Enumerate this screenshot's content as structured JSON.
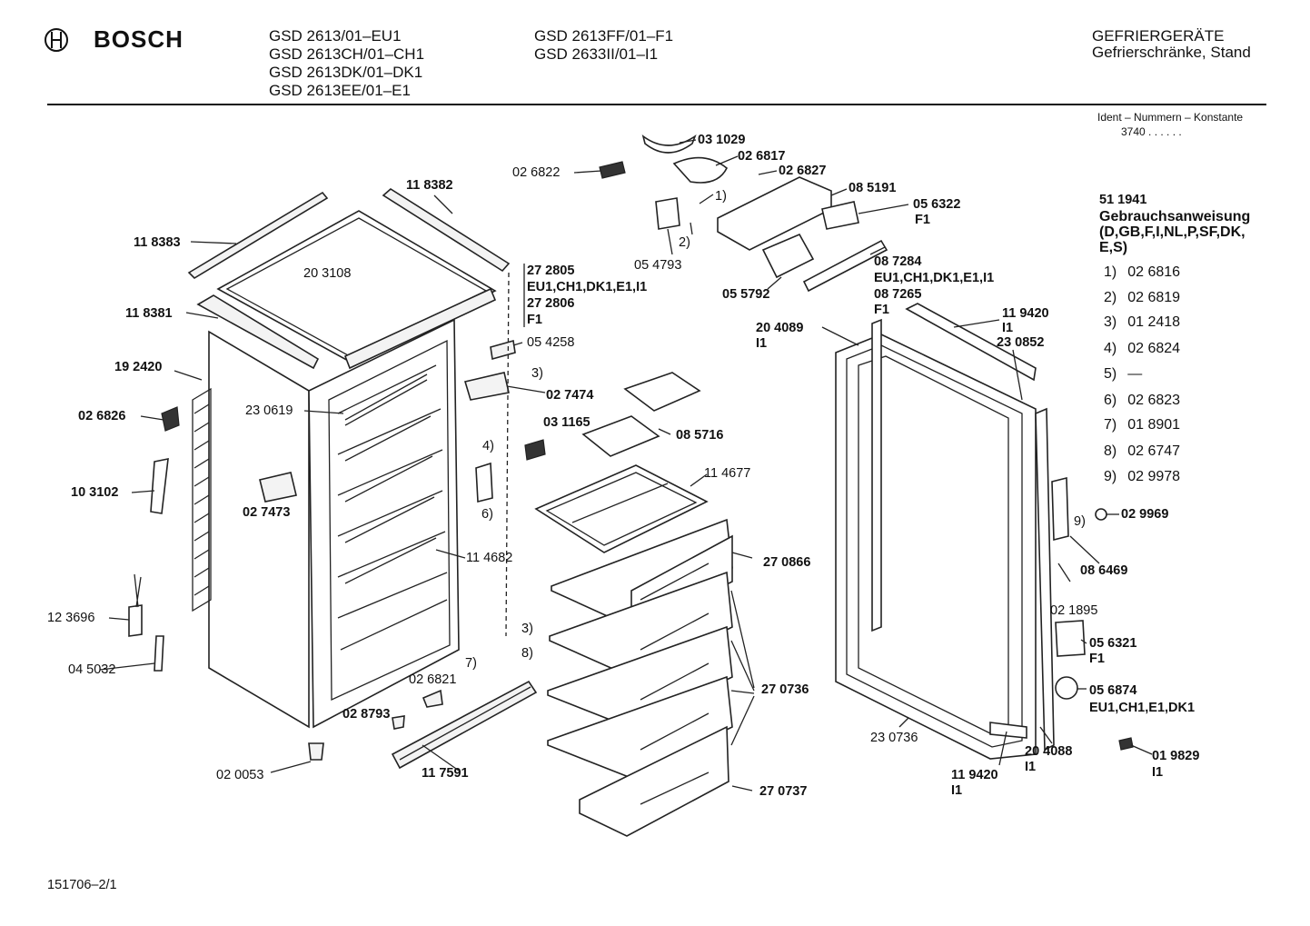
{
  "header": {
    "brand": "BOSCH",
    "models_col1": [
      "GSD 2613/01–EU1",
      "GSD 2613CH/01–CH1",
      "GSD 2613DK/01–DK1",
      "GSD 2613EE/01–E1"
    ],
    "models_col2": [
      "GSD 2613FF/01–F1",
      "GSD 2633II/01–I1"
    ],
    "category": "GEFRIERGERÄTE",
    "subcategory": "Gefrierschränke, Stand",
    "ident_label": "Ident – Nummern – Konstante",
    "ident_value": "3740 . . . . . ."
  },
  "legend": {
    "manual_number": "51 1941",
    "manual_title": "Gebrauchsanweisung",
    "manual_langs_1": "(D,GB,F,I,NL,P,SF,DK,",
    "manual_langs_2": "E,S)",
    "items": [
      {
        "key": "1)",
        "value": "02 6816"
      },
      {
        "key": "2)",
        "value": "02 6819"
      },
      {
        "key": "3)",
        "value": "01 2418"
      },
      {
        "key": "4)",
        "value": "02 6824"
      },
      {
        "key": "5)",
        "value": "—"
      },
      {
        "key": "6)",
        "value": "02 6823"
      },
      {
        "key": "7)",
        "value": "01 8901"
      },
      {
        "key": "8)",
        "value": "02 6747"
      },
      {
        "key": "9)",
        "value": "02 9978"
      }
    ]
  },
  "labels": {
    "p031029": "03 1029",
    "p026817": "02 6817",
    "p026822": "02 6822",
    "p026827": "02 6827",
    "p085191": "08 5191",
    "p056322": "05 6322",
    "p056322v": "F1",
    "k1": "1)",
    "k2": "2)",
    "p054793": "05 4793",
    "p055792": "05 5792",
    "p087284": "08 7284",
    "p087284v": "EU1,CH1,DK1,E1,I1",
    "p087265": "08 7265",
    "p087265v": "F1",
    "p118382": "11 8382",
    "p118383": "11 8383",
    "p203108": "20 3108",
    "p272805": "27 2805",
    "p272805v": "EU1,CH1,DK1,E1,I1",
    "p272806": "27 2806",
    "p272806v": "F1",
    "p118381": "11 8381",
    "p192420": "19 2420",
    "p054258": "05 4258",
    "k3a": "3)",
    "p027474": "02 7474",
    "p230619": "23 0619",
    "p026826": "02 6826",
    "p031165": "03 1165",
    "k4": "4)",
    "p085716": "08 5716",
    "p103102": "10 3102",
    "p027473": "02 7473",
    "k6": "6)",
    "p114677": "11 4677",
    "p114682": "11 4682",
    "p270866": "27 0866",
    "p123696": "12 3696",
    "k3b": "3)",
    "k8": "8)",
    "k7": "7)",
    "p045032": "04 5032",
    "p026821": "02 6821",
    "p270736": "27 0736",
    "p028793": "02 8793",
    "p020053": "02 0053",
    "p117591": "11 7591",
    "p270737": "27 0737",
    "p204089": "20 4089",
    "p204089v": "I1",
    "p119420a": "11 9420",
    "p119420av": "I1",
    "p230852": "23 0852",
    "p029969": "02 9969",
    "k9": "9)",
    "p086469": "08 6469",
    "p021895": "02 1895",
    "p056321": "05 6321",
    "p056321v": "F1",
    "p056874": "05 6874",
    "p056874v": "EU1,CH1,E1,DK1",
    "p230736": "23 0736",
    "p119420b": "11 9420",
    "p119420bv": "I1",
    "p204088": "20 4088",
    "p204088v": "I1",
    "p019829": "01 9829",
    "p019829v": "I1"
  },
  "footer": {
    "doc_number": "151706–2/1"
  }
}
